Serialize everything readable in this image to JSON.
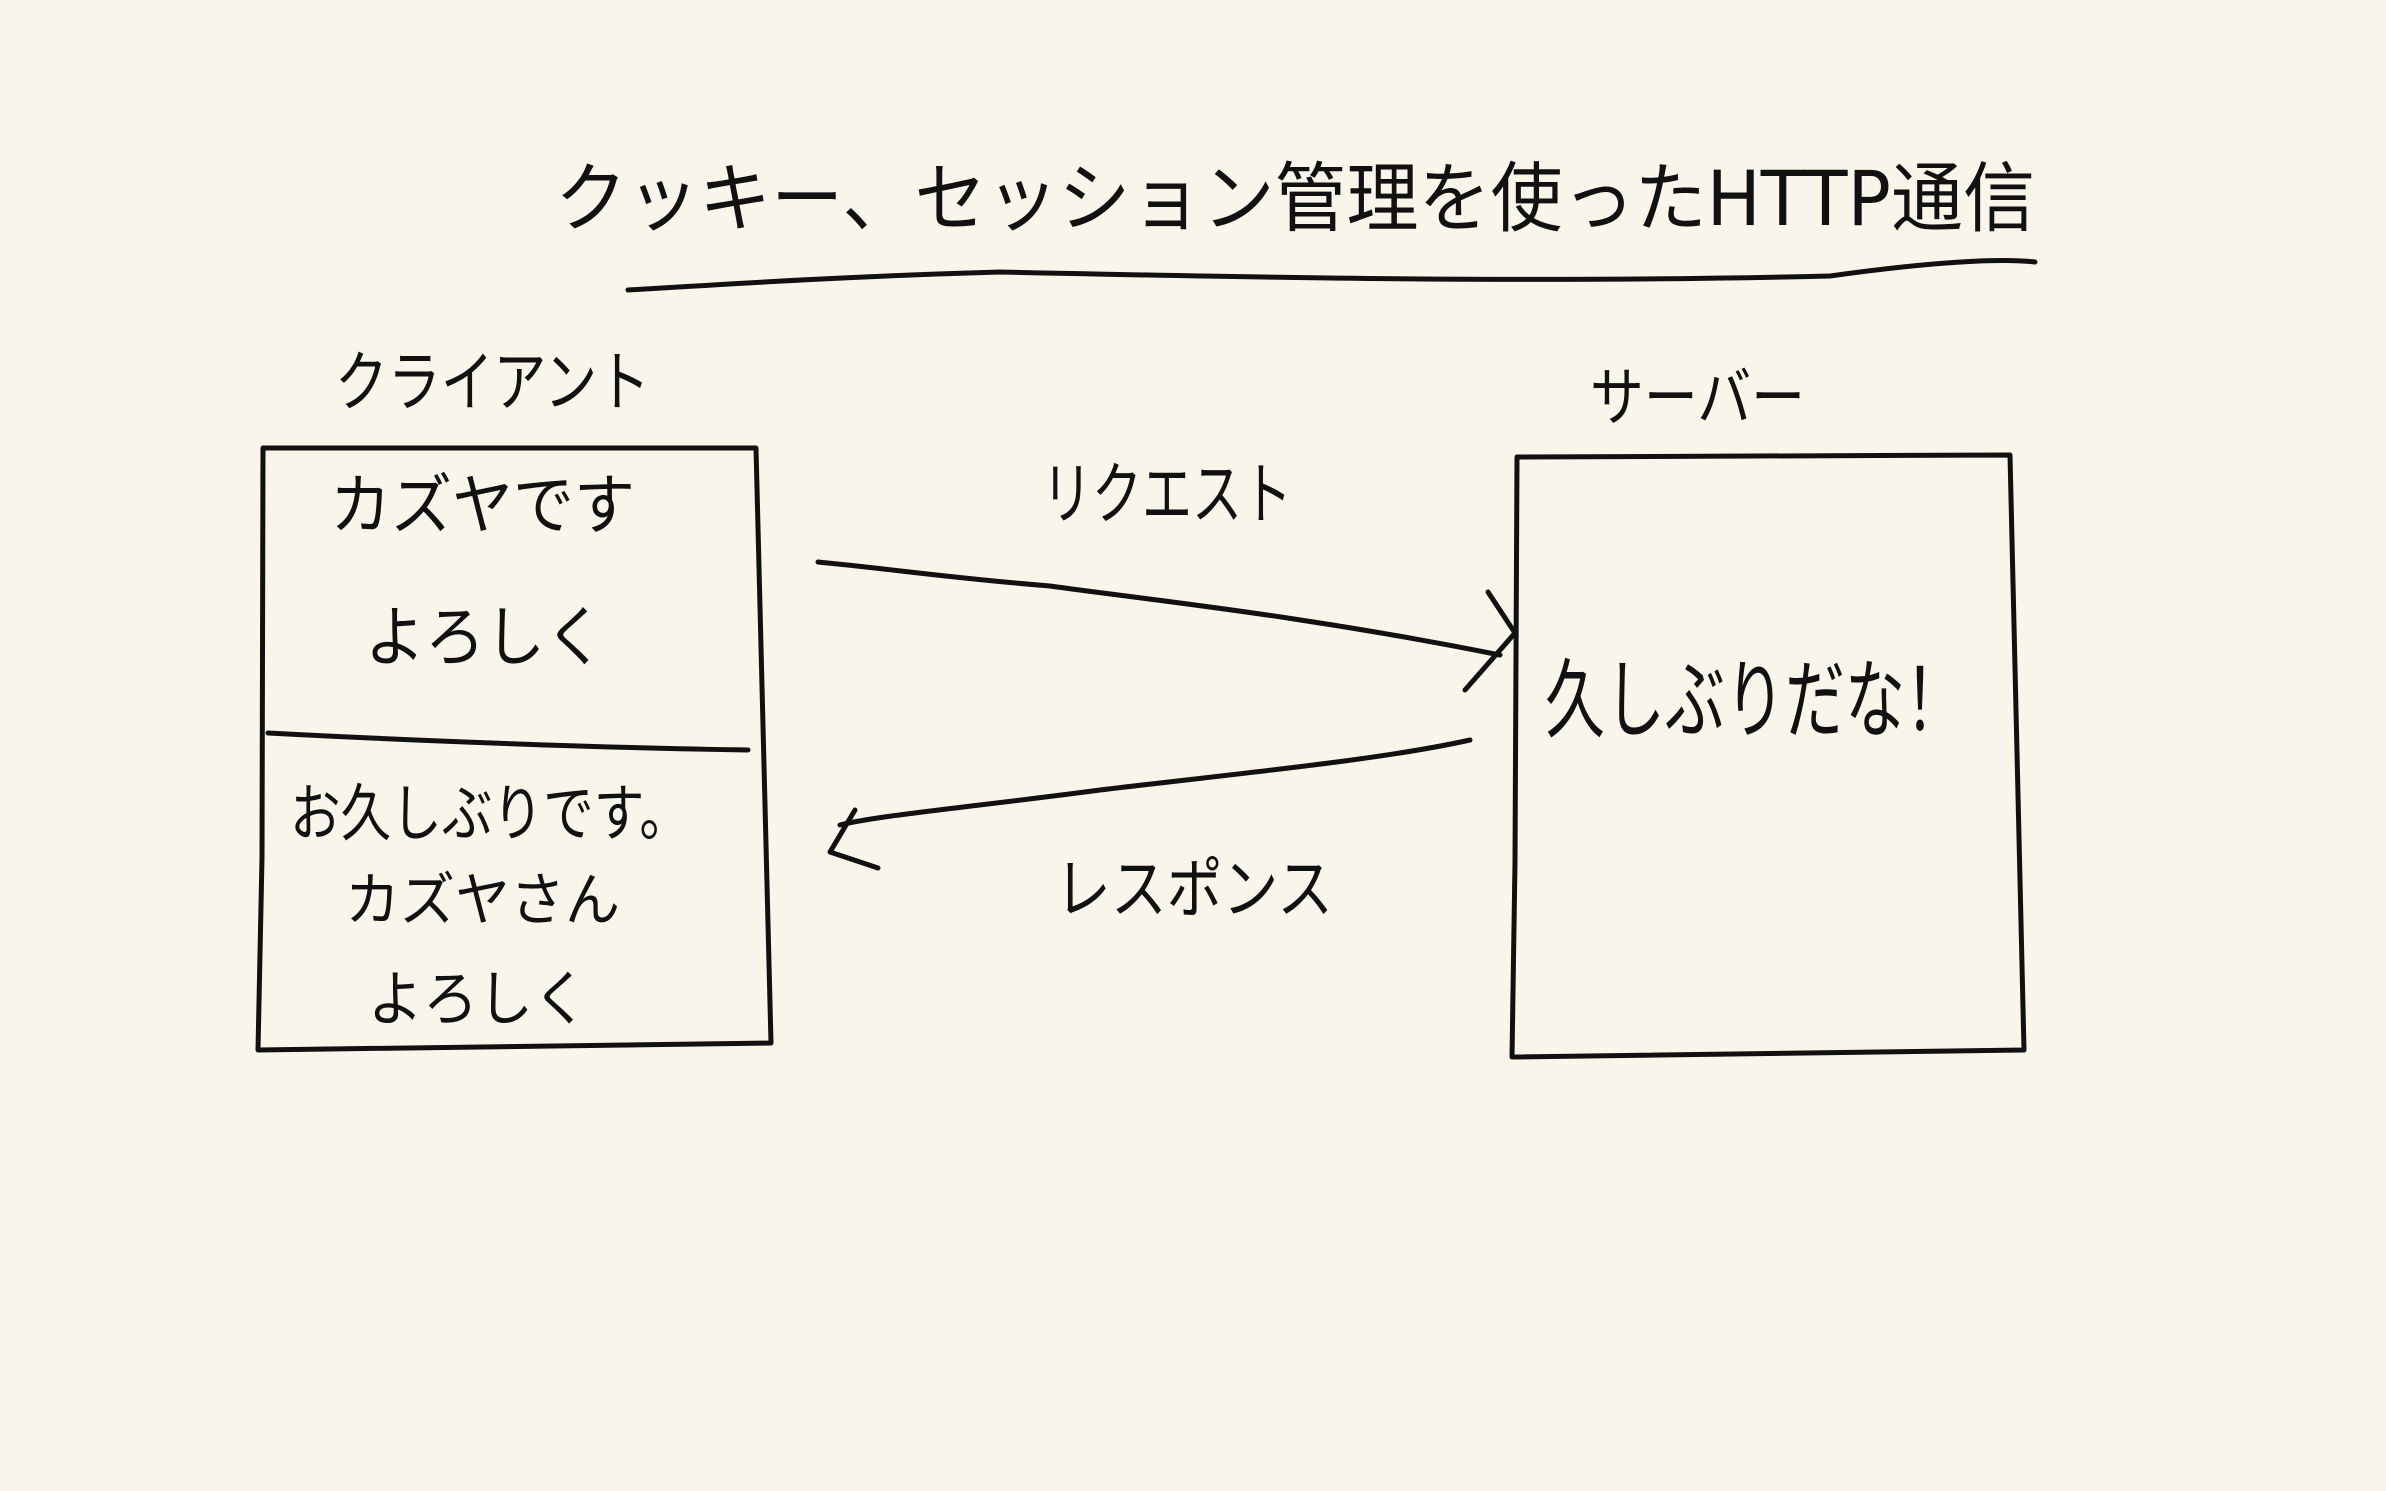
{
  "title": "クッキー、セッション管理を使ったHTTP通信",
  "client": {
    "label": "クライアント",
    "message_top": [
      "カズヤです",
      "よろしく"
    ],
    "message_bottom": [
      "お久しぶりです。",
      "カズヤさん",
      "よろしく"
    ]
  },
  "server": {
    "label": "サーバー",
    "message": "久しぶりだな！"
  },
  "arrows": {
    "request_label": "リクエスト",
    "response_label": "レスポンス"
  },
  "colors": {
    "background": "#f8f6ea",
    "ink": "#111111"
  }
}
